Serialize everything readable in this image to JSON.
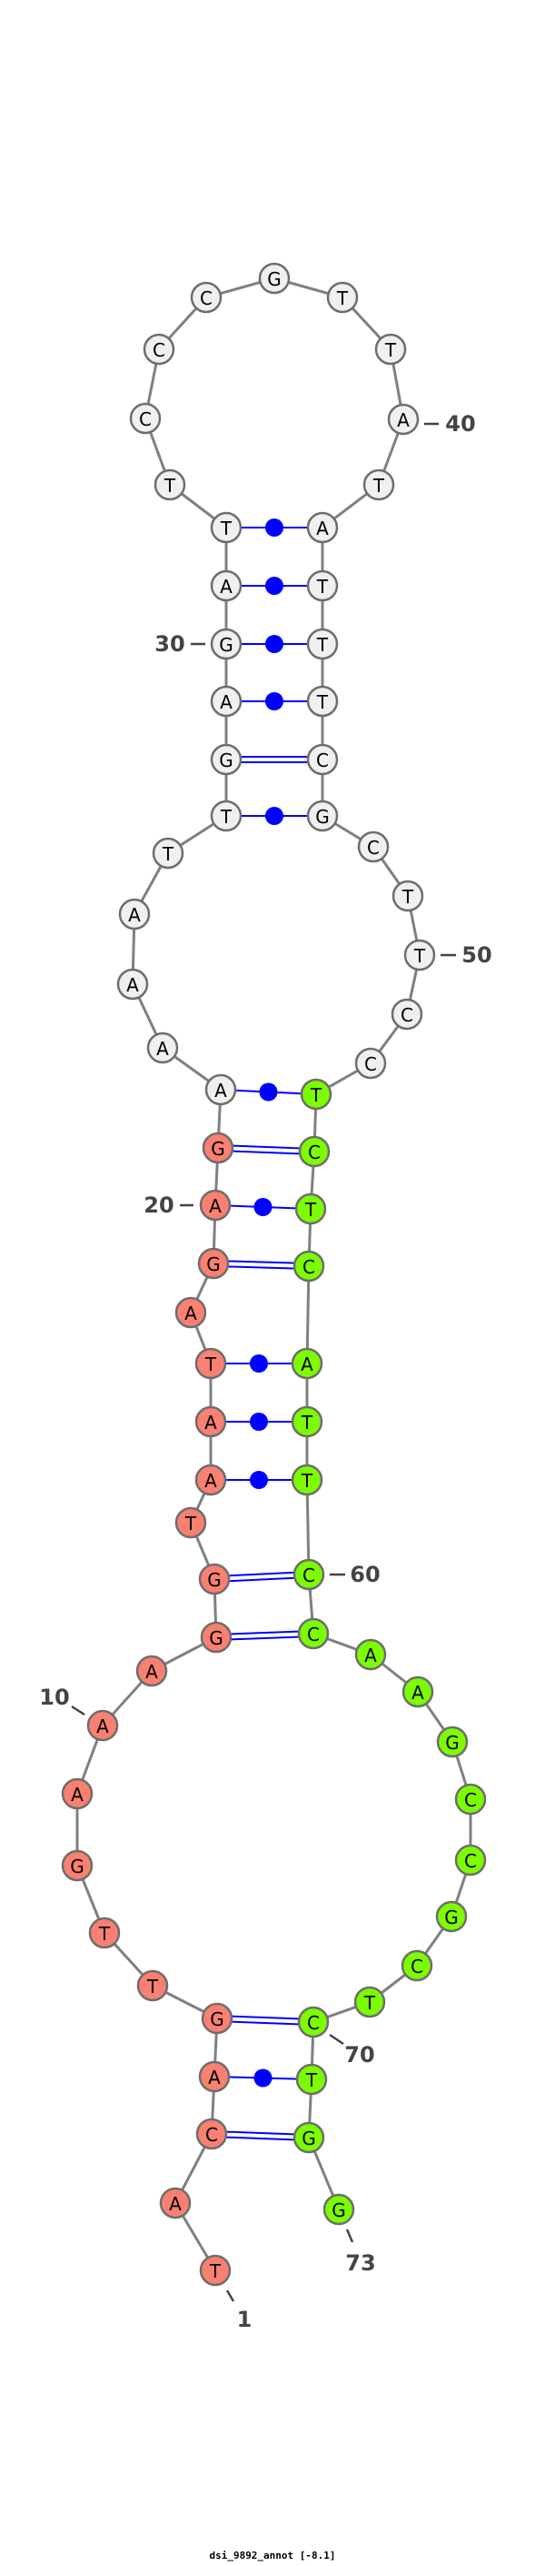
{
  "title": "dsi_9892_annot [-8.1]",
  "sequence": "TACAGTTGAAAGGTAATAGAGAAAATTGAGATTCCCGTTATATTTCGCTTCCTCTCATTCCAAGCCGCTCTGG",
  "colors": {
    "salmon": "#fa8072",
    "white": "#f0f0f0",
    "green": "#7cfc00",
    "pair": "#0000ff",
    "backbone": "#808080",
    "outline": "#6e6e6e"
  },
  "color_ranges": [
    {
      "from": 1,
      "to": 21,
      "color": "salmon"
    },
    {
      "from": 22,
      "to": 52,
      "color": "white"
    },
    {
      "from": 53,
      "to": 73,
      "color": "green"
    }
  ],
  "pairs": [
    [
      3,
      72,
      "double"
    ],
    [
      4,
      71,
      "dot"
    ],
    [
      5,
      70,
      "double"
    ],
    [
      12,
      61,
      "double"
    ],
    [
      13,
      60,
      "double"
    ],
    [
      15,
      59,
      "dot"
    ],
    [
      16,
      58,
      "dot"
    ],
    [
      17,
      57,
      "dot"
    ],
    [
      19,
      56,
      "double"
    ],
    [
      20,
      55,
      "dot"
    ],
    [
      21,
      54,
      "double"
    ],
    [
      22,
      53,
      "dot"
    ],
    [
      27,
      47,
      "dot"
    ],
    [
      28,
      46,
      "double"
    ],
    [
      29,
      45,
      "dot"
    ],
    [
      30,
      44,
      "dot"
    ],
    [
      31,
      43,
      "dot"
    ],
    [
      32,
      42,
      "dot"
    ]
  ],
  "number_labels": [
    "1",
    "10",
    "20",
    "30",
    "40",
    "50",
    "60",
    "70",
    "73"
  ]
}
